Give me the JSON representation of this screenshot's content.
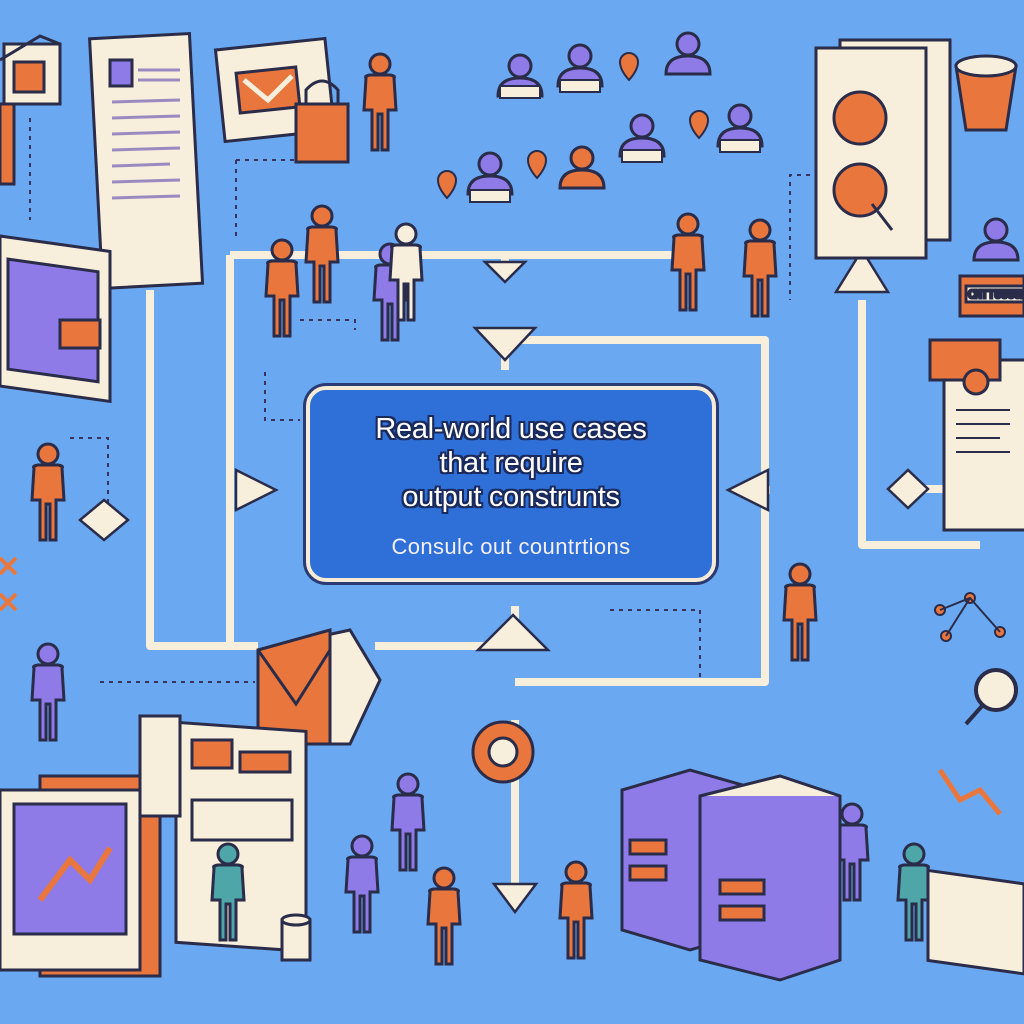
{
  "center": {
    "line1": "Real-world use cases",
    "line2": "that require",
    "line3": "output construnts",
    "subtitle": "Consulc out countrtions"
  },
  "podium_sign": "CMTTUUUUM",
  "colors": {
    "background": "#6aa9f2",
    "box": "#2f6fd8",
    "orange": "#e9773d",
    "purple": "#8e7be8",
    "cream": "#f7eedb",
    "outline": "#2a2c4a"
  }
}
